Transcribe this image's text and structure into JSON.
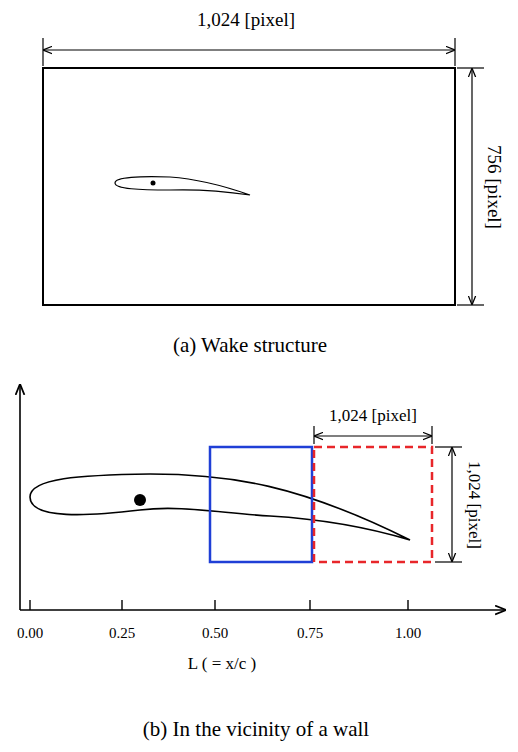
{
  "diagram": {
    "labels": [
      "1,024 [pixel]",
      "756 [pixel]",
      "(a) Wake structure",
      "1,024 [pixel]",
      "1,024 [pixel]",
      "0.00",
      "0.25",
      "0.50",
      "0.75",
      "1.00",
      "L ( = x/c )",
      "(b) In the vicinity of a wall"
    ]
  }
}
